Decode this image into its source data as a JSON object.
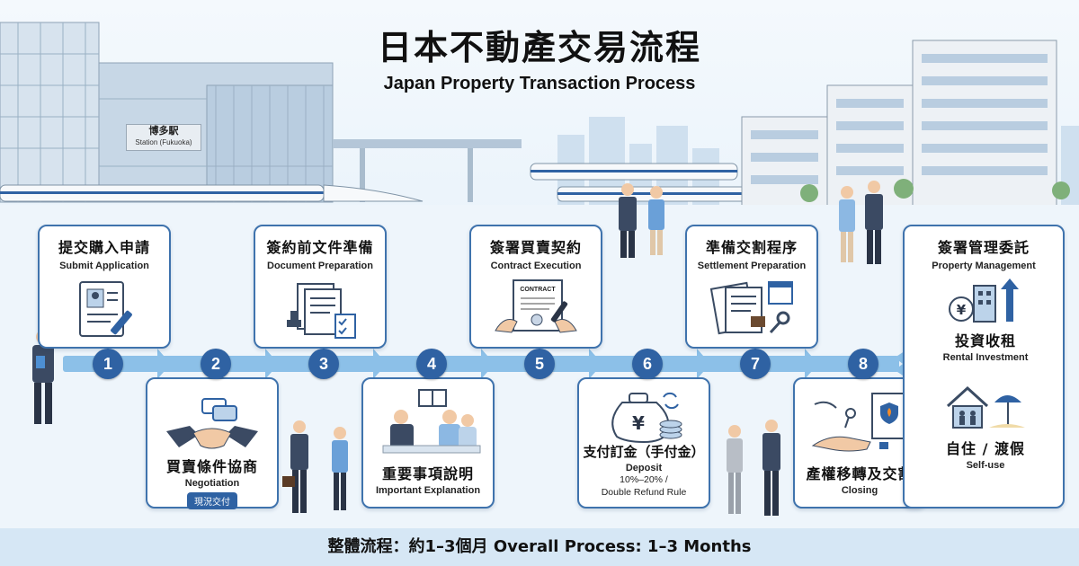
{
  "title": {
    "zh": "日本不動產交易流程",
    "en": "Japan Property Transaction Process"
  },
  "station": {
    "name_zh": "博多駅",
    "name_en": "Station (Fukuoka)"
  },
  "steps": [
    {
      "number": "1",
      "title": "提交購入申請",
      "subtitle": "Submit Application",
      "icon": "application-form-icon"
    },
    {
      "number": "2",
      "title": "買賣條件協商",
      "subtitle": "Negotiation",
      "badge": "現況交付",
      "icon": "handshake-icon"
    },
    {
      "number": "3",
      "title": "簽約前文件準備",
      "subtitle": "Document Preparation",
      "icon": "documents-icon"
    },
    {
      "number": "4",
      "title": "重要事項說明",
      "subtitle": "Important Explanation",
      "icon": "meeting-icon"
    },
    {
      "number": "5",
      "title": "簽署買賣契約",
      "subtitle": "Contract Execution",
      "contract_label": "CONTRACT",
      "icon": "contract-signing-icon"
    },
    {
      "number": "6",
      "title": "支付訂金（手付金）",
      "subtitle": "Deposit",
      "detail1": "10%–20% /",
      "detail2": "Double Refund Rule",
      "icon": "money-bag-icon"
    },
    {
      "number": "7",
      "title": "準備交割程序",
      "subtitle": "Settlement Preparation",
      "icon": "settlement-docs-icon"
    },
    {
      "number": "8",
      "title": "產權移轉及交割",
      "subtitle": "Closing",
      "icon": "key-handover-icon"
    }
  ],
  "final": {
    "title": "簽署管理委託",
    "subtitle": "Property Management",
    "options": [
      {
        "title": "投資收租",
        "subtitle": "Rental Investment",
        "icon": "rental-investment-icon"
      },
      {
        "title": "自住 / 渡假",
        "subtitle": "Self-use",
        "icon": "self-use-house-icon"
      }
    ]
  },
  "footer": "整體流程：約1–3個月 Overall Process: 1–3 Months",
  "colors": {
    "accent": "#2f62a3",
    "card_border": "#3f73ad",
    "arrow": "#8cc0e8",
    "sky": "#e4f0fa"
  }
}
